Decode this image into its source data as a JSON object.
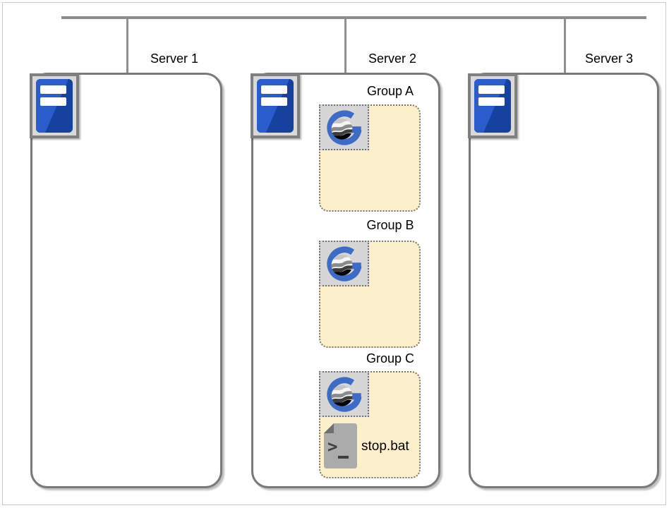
{
  "diagram": {
    "servers": [
      {
        "label": "Server 1"
      },
      {
        "label": "Server 2"
      },
      {
        "label": "Server 3"
      }
    ],
    "groups": [
      {
        "label": "Group A"
      },
      {
        "label": "Group B"
      },
      {
        "label": "Group C",
        "file_label": "stop.bat"
      }
    ],
    "icons": {
      "server": "server-tower-icon",
      "application": "globe-g-app-icon",
      "file": "batch-script-file-icon"
    },
    "colors": {
      "line_gray": "#8c8c8c",
      "box_border_gray": "#7a7a7a",
      "group_fill_cream": "#FCF0CC",
      "icon_bg_gray": "#d6d6d6",
      "server_blue_dark": "#17419f",
      "server_blue_light": "#2a5ccc",
      "app_blue": "#3d6bc5",
      "file_gray": "#ababab"
    }
  }
}
